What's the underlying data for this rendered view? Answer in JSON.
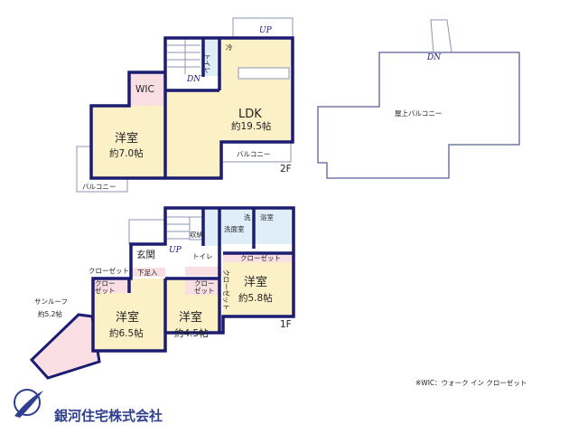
{
  "floor2": {
    "label": "2F",
    "ldk": {
      "name": "LDK",
      "size": "約19.5帖"
    },
    "western_room": {
      "name": "洋室",
      "size": "約7.0帖"
    },
    "wic": "WIC",
    "toilet": "トイレ",
    "fridge": "冷",
    "balcony_left": "バルコニー",
    "balcony_right": "バルコニー",
    "stairs_down": "DN",
    "stairs_up": "UP"
  },
  "rooftop": {
    "label": "屋上バルコニー",
    "stairs_down": "DN"
  },
  "floor1": {
    "label": "1F",
    "room_a": {
      "name": "洋室",
      "size": "約6.5帖"
    },
    "room_b": {
      "name": "洋室",
      "size": "約4.5帖"
    },
    "room_c": {
      "name": "洋室",
      "size": "約5.8帖"
    },
    "sunroof": {
      "name": "サンルーフ",
      "size": "約5.2帖"
    },
    "entrance": "玄関",
    "shoe_storage": "下足入",
    "storage": "収納",
    "toilet": "トイレ",
    "washroom": "洗面室",
    "washer": "洗",
    "bathroom": "浴室",
    "closet": "クローゼット",
    "closet_short_1": "クロー",
    "closet_short_2": "ゼット",
    "stairs_up": "UP"
  },
  "note": "※WIC：ウォーク イン クローゼット",
  "company": "銀河住宅株式会社",
  "colors": {
    "wall": "#1c1c72",
    "room": "#fcf0c6",
    "closet": "#f9dfe4",
    "wet_area": "#dfeef8"
  }
}
